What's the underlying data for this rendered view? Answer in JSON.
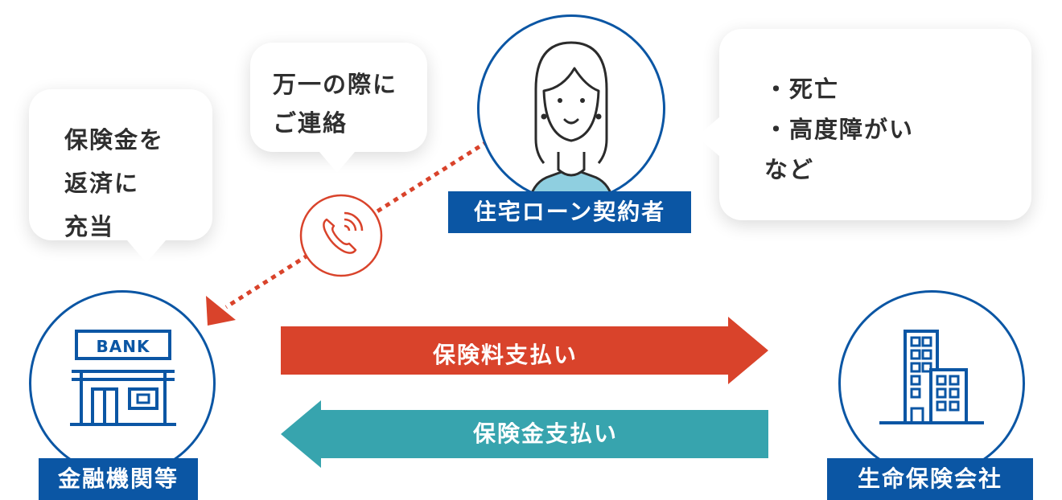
{
  "bubbles": {
    "bank_note": [
      "保険金を",
      "返済に",
      "充当"
    ],
    "contact_note": [
      "万一の際に",
      "ご連絡"
    ],
    "conditions": [
      "・死亡",
      "・高度障がい",
      "など"
    ]
  },
  "nodes": {
    "person_label": "住宅ローン契約者",
    "bank_label": "金融機関等",
    "life_label": "生命保険会社",
    "bank_sign": "BANK"
  },
  "arrows": {
    "premium_label": "保険料支払い",
    "benefit_label": "保険金支払い"
  },
  "colors": {
    "blue": "#0b56a4",
    "red": "#d9432b",
    "teal": "#37a4ae",
    "dotted": "#d9432b"
  },
  "icons": [
    "person-icon",
    "bank-icon",
    "building-icon",
    "phone-icon"
  ]
}
